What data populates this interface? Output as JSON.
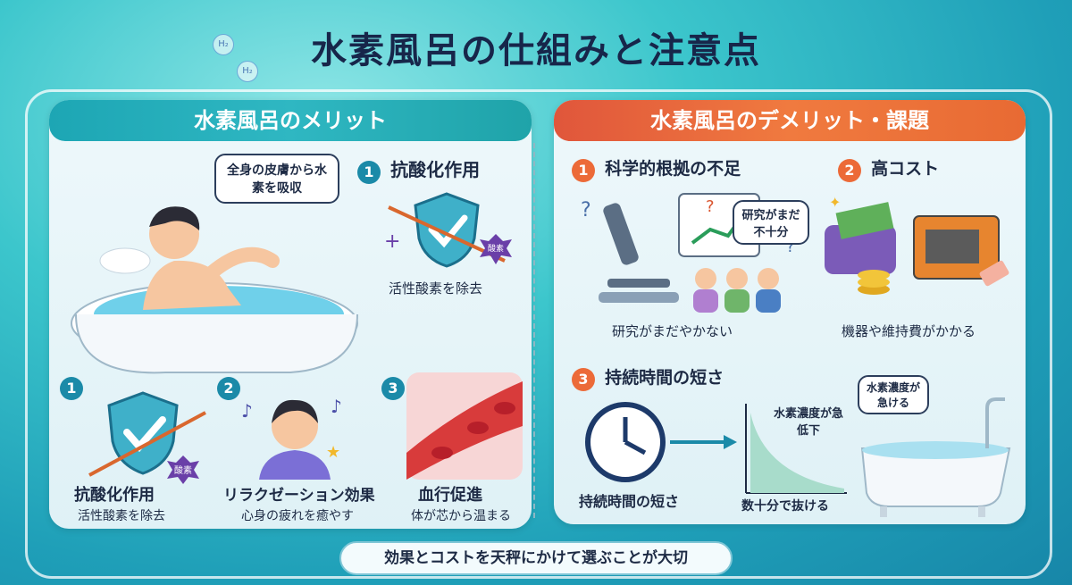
{
  "title": "水素風呂の仕組みと注意点",
  "left": {
    "header": "水素風呂のメリット",
    "speech": "全身の皮膚から水素を吸収",
    "top_item": {
      "num": "1",
      "title": "抗酸化作用",
      "caption": "活性酸素を除去",
      "badge": "酸素"
    },
    "items": [
      {
        "num": "1",
        "title": "抗酸化作用",
        "caption": "活性酸素を除去",
        "badge": "酸素"
      },
      {
        "num": "2",
        "title": "リラクゼーション効果",
        "caption": "心身の疲れを癒やす"
      },
      {
        "num": "3",
        "title": "血行促進",
        "caption": "体が芯から温まる"
      }
    ]
  },
  "right": {
    "header": "水素風呂のデメリット・課題",
    "items": [
      {
        "num": "1",
        "title": "科学的根拠の不足",
        "speech": "研究がまだ不十分",
        "caption": "研究がまだやかない"
      },
      {
        "num": "2",
        "title": "高コスト",
        "caption": "機器や維持費がかかる"
      },
      {
        "num": "3",
        "title": "持続時間の短さ",
        "caption": "持続時間の短さ",
        "graph_label": "水素濃度が急低下",
        "graph_caption": "数十分で抜ける",
        "tub_speech": "水素濃度が急ける"
      }
    ]
  },
  "h2_label": "H₂",
  "footer": "効果とコストを天秤にかけて選ぶことが大切",
  "colors": {
    "accent_teal": "#1da6b4",
    "accent_orange": "#ec6a38",
    "text": "#1d2a44"
  }
}
